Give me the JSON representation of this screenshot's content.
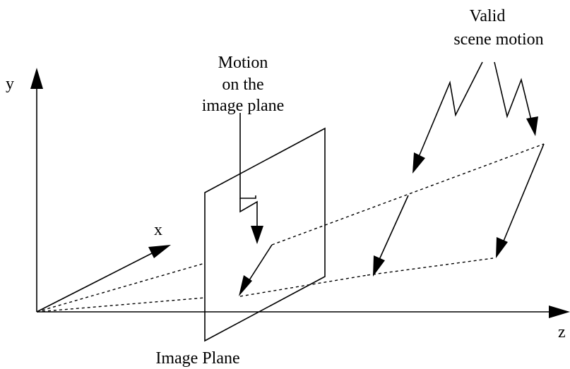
{
  "labels": {
    "y_axis": "y",
    "x_axis": "x",
    "z_axis": "z",
    "image_plane": "Image Plane",
    "motion_on_image_plane": [
      "Motion",
      "on the",
      "image plane"
    ],
    "valid_scene_motion": [
      "Valid",
      "scene motion"
    ]
  },
  "colors": {
    "ink": "#000000",
    "background": "#ffffff"
  }
}
